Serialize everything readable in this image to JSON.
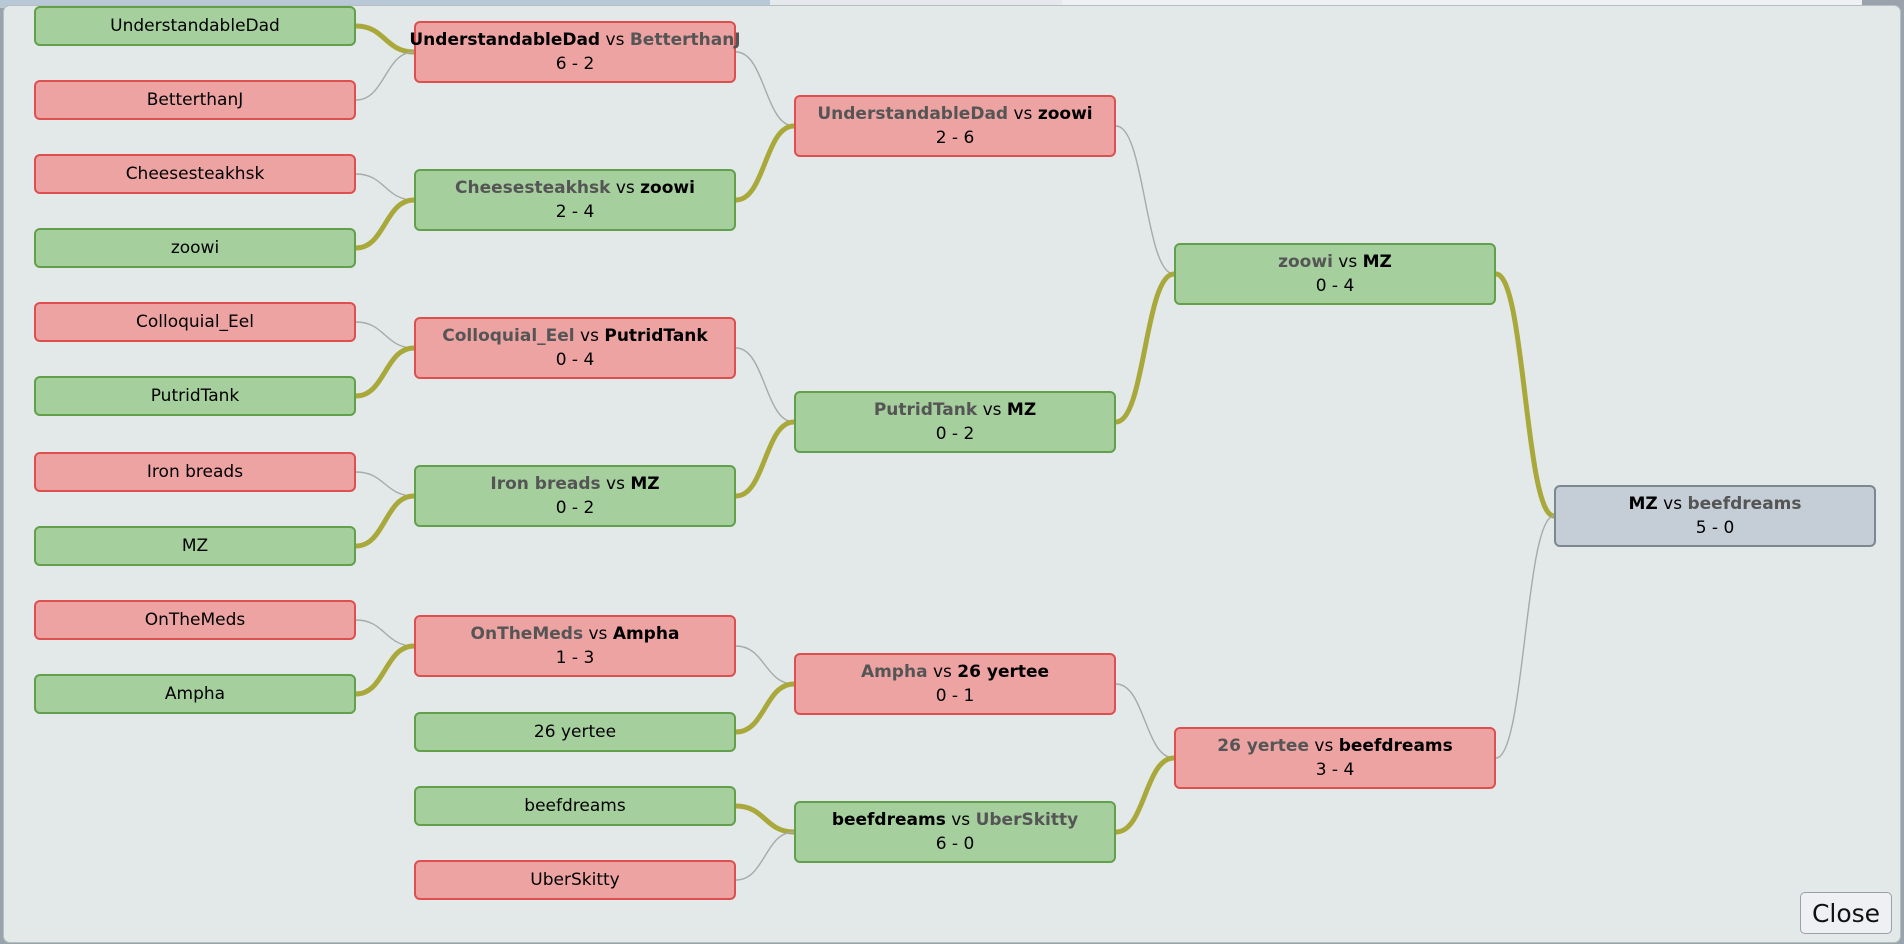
{
  "dialog": {
    "close_label": "Close"
  },
  "colors": {
    "link_winner": "#a9a83a",
    "link_loser": "#a9a9a9"
  },
  "entrants": [
    {
      "id": "e1",
      "name": "UnderstandableDad",
      "result": "win"
    },
    {
      "id": "e2",
      "name": "BetterthanJ",
      "result": "loss"
    },
    {
      "id": "e3",
      "name": "Cheesesteakhsk",
      "result": "loss"
    },
    {
      "id": "e4",
      "name": "zoowi",
      "result": "win"
    },
    {
      "id": "e5",
      "name": "Colloquial_Eel",
      "result": "loss"
    },
    {
      "id": "e6",
      "name": "PutridTank",
      "result": "win"
    },
    {
      "id": "e7",
      "name": "Iron breads",
      "result": "loss"
    },
    {
      "id": "e8",
      "name": "MZ",
      "result": "win"
    },
    {
      "id": "e9",
      "name": "OnTheMeds",
      "result": "loss"
    },
    {
      "id": "e10",
      "name": "Ampha",
      "result": "win"
    },
    {
      "id": "e11",
      "name": "26 yertee",
      "result": "win"
    },
    {
      "id": "e12",
      "name": "beefdreams",
      "result": "win"
    },
    {
      "id": "e13",
      "name": "UberSkitty",
      "result": "loss"
    }
  ],
  "matches": [
    {
      "id": "m1",
      "p1": "UnderstandableDad",
      "p2": "BetterthanJ",
      "score": "6 - 2",
      "result": "loss",
      "winner": 1
    },
    {
      "id": "m2",
      "p1": "Cheesesteakhsk",
      "p2": "zoowi",
      "score": "2 - 4",
      "result": "win",
      "winner": 2
    },
    {
      "id": "m3",
      "p1": "Colloquial_Eel",
      "p2": "PutridTank",
      "score": "0 - 4",
      "result": "loss",
      "winner": 2
    },
    {
      "id": "m4",
      "p1": "Iron breads",
      "p2": "MZ",
      "score": "0 - 2",
      "result": "win",
      "winner": 2
    },
    {
      "id": "m5",
      "p1": "OnTheMeds",
      "p2": "Ampha",
      "score": "1 - 3",
      "result": "loss",
      "winner": 2
    },
    {
      "id": "m6",
      "p1": "UnderstandableDad",
      "p2": "zoowi",
      "score": "2 - 6",
      "result": "loss",
      "winner": 2
    },
    {
      "id": "m7",
      "p1": "PutridTank",
      "p2": "MZ",
      "score": "0 - 2",
      "result": "win",
      "winner": 2
    },
    {
      "id": "m8",
      "p1": "Ampha",
      "p2": "26 yertee",
      "score": "0 - 1",
      "result": "loss",
      "winner": 2
    },
    {
      "id": "m9",
      "p1": "beefdreams",
      "p2": "UberSkitty",
      "score": "6 - 0",
      "result": "win",
      "winner": 1
    },
    {
      "id": "m10",
      "p1": "zoowi",
      "p2": "MZ",
      "score": "0 - 4",
      "result": "win",
      "winner": 2
    },
    {
      "id": "m11",
      "p1": "26 yertee",
      "p2": "beefdreams",
      "score": "3 - 4",
      "result": "loss",
      "winner": 2
    },
    {
      "id": "m12",
      "p1": "MZ",
      "p2": "beefdreams",
      "score": "5 - 0",
      "result": "final",
      "winner": 1
    }
  ],
  "links": [
    {
      "from": "e1",
      "to": "m1",
      "winner": true
    },
    {
      "from": "e2",
      "to": "m1",
      "winner": false
    },
    {
      "from": "e3",
      "to": "m2",
      "winner": false
    },
    {
      "from": "e4",
      "to": "m2",
      "winner": true
    },
    {
      "from": "e5",
      "to": "m3",
      "winner": false
    },
    {
      "from": "e6",
      "to": "m3",
      "winner": true
    },
    {
      "from": "e7",
      "to": "m4",
      "winner": false
    },
    {
      "from": "e8",
      "to": "m4",
      "winner": true
    },
    {
      "from": "e9",
      "to": "m5",
      "winner": false
    },
    {
      "from": "e10",
      "to": "m5",
      "winner": true
    },
    {
      "from": "m1",
      "to": "m6",
      "winner": false
    },
    {
      "from": "m2",
      "to": "m6",
      "winner": true
    },
    {
      "from": "m3",
      "to": "m7",
      "winner": false
    },
    {
      "from": "m4",
      "to": "m7",
      "winner": true
    },
    {
      "from": "m5",
      "to": "m8",
      "winner": false
    },
    {
      "from": "e11",
      "to": "m8",
      "winner": true
    },
    {
      "from": "e12",
      "to": "m9",
      "winner": true
    },
    {
      "from": "e13",
      "to": "m9",
      "winner": false
    },
    {
      "from": "m6",
      "to": "m10",
      "winner": false
    },
    {
      "from": "m7",
      "to": "m10",
      "winner": true
    },
    {
      "from": "m8",
      "to": "m11",
      "winner": false
    },
    {
      "from": "m9",
      "to": "m11",
      "winner": true
    },
    {
      "from": "m10",
      "to": "m12",
      "winner": true
    },
    {
      "from": "m11",
      "to": "m12",
      "winner": false
    }
  ]
}
